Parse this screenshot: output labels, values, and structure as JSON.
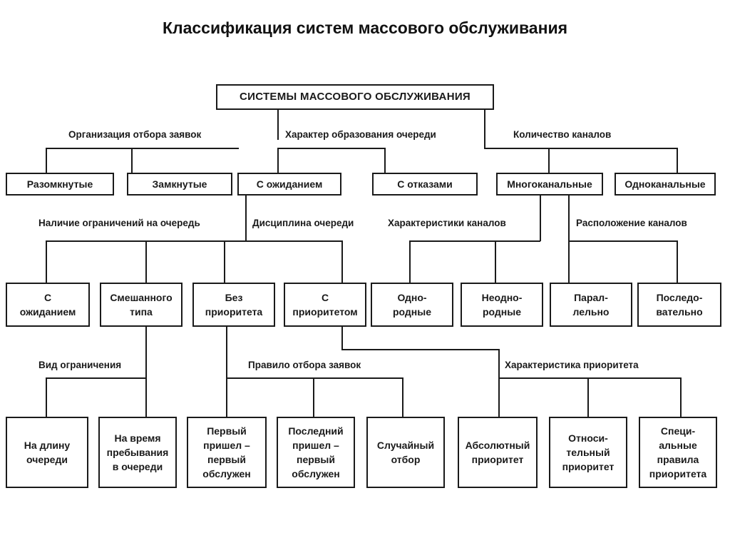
{
  "title": "Классификация систем массового обслуживания",
  "root": "СИСТЕМЫ МАССОВОГО ОБСЛУЖИВАНИЯ",
  "labels": {
    "selection_org": "Организация отбора заявок",
    "queue_nature": "Характер образования очереди",
    "channel_count": "Количество каналов",
    "queue_limits": "Наличие ограничений на очередь",
    "queue_discipline": "Дисциплина очереди",
    "channel_chars": "Характеристики каналов",
    "channel_arrangement": "Расположение каналов",
    "limit_type": "Вид ограничения",
    "selection_rule": "Правило отбора заявок",
    "priority_char": "Характеристика приоритета"
  },
  "level1": {
    "open": "Разомкнутые",
    "closed": "Замкнутые",
    "with_waiting": "С ожиданием",
    "with_refusals": "С отказами",
    "multichannel": "Многоканальные",
    "single_channel": "Одноканальные"
  },
  "level2": {
    "with_waiting": "С\nожиданием",
    "mixed": "Смешанного\nтипа",
    "no_priority": "Без\nприоритета",
    "with_priority": "С\nприоритетом",
    "homogeneous": "Одно-\nродные",
    "heterogeneous": "Неодно-\nродные",
    "parallel": "Парал-\nлельно",
    "serial": "Последо-\nвательно"
  },
  "level3": {
    "queue_length": "На длину\nочереди",
    "stay_time": "На время\nпребывания\nв очереди",
    "fifo": "Первый\nпришел –\nпервый\nобслужен",
    "lifo": "Последний\nпришел –\nпервый\nобслужен",
    "random": "Случайный\nотбор",
    "absolute": "Абсолютный\nприоритет",
    "relative": "Относи-\nтельный\nприоритет",
    "special": "Специ-\nальные\nправила\nприоритета"
  }
}
